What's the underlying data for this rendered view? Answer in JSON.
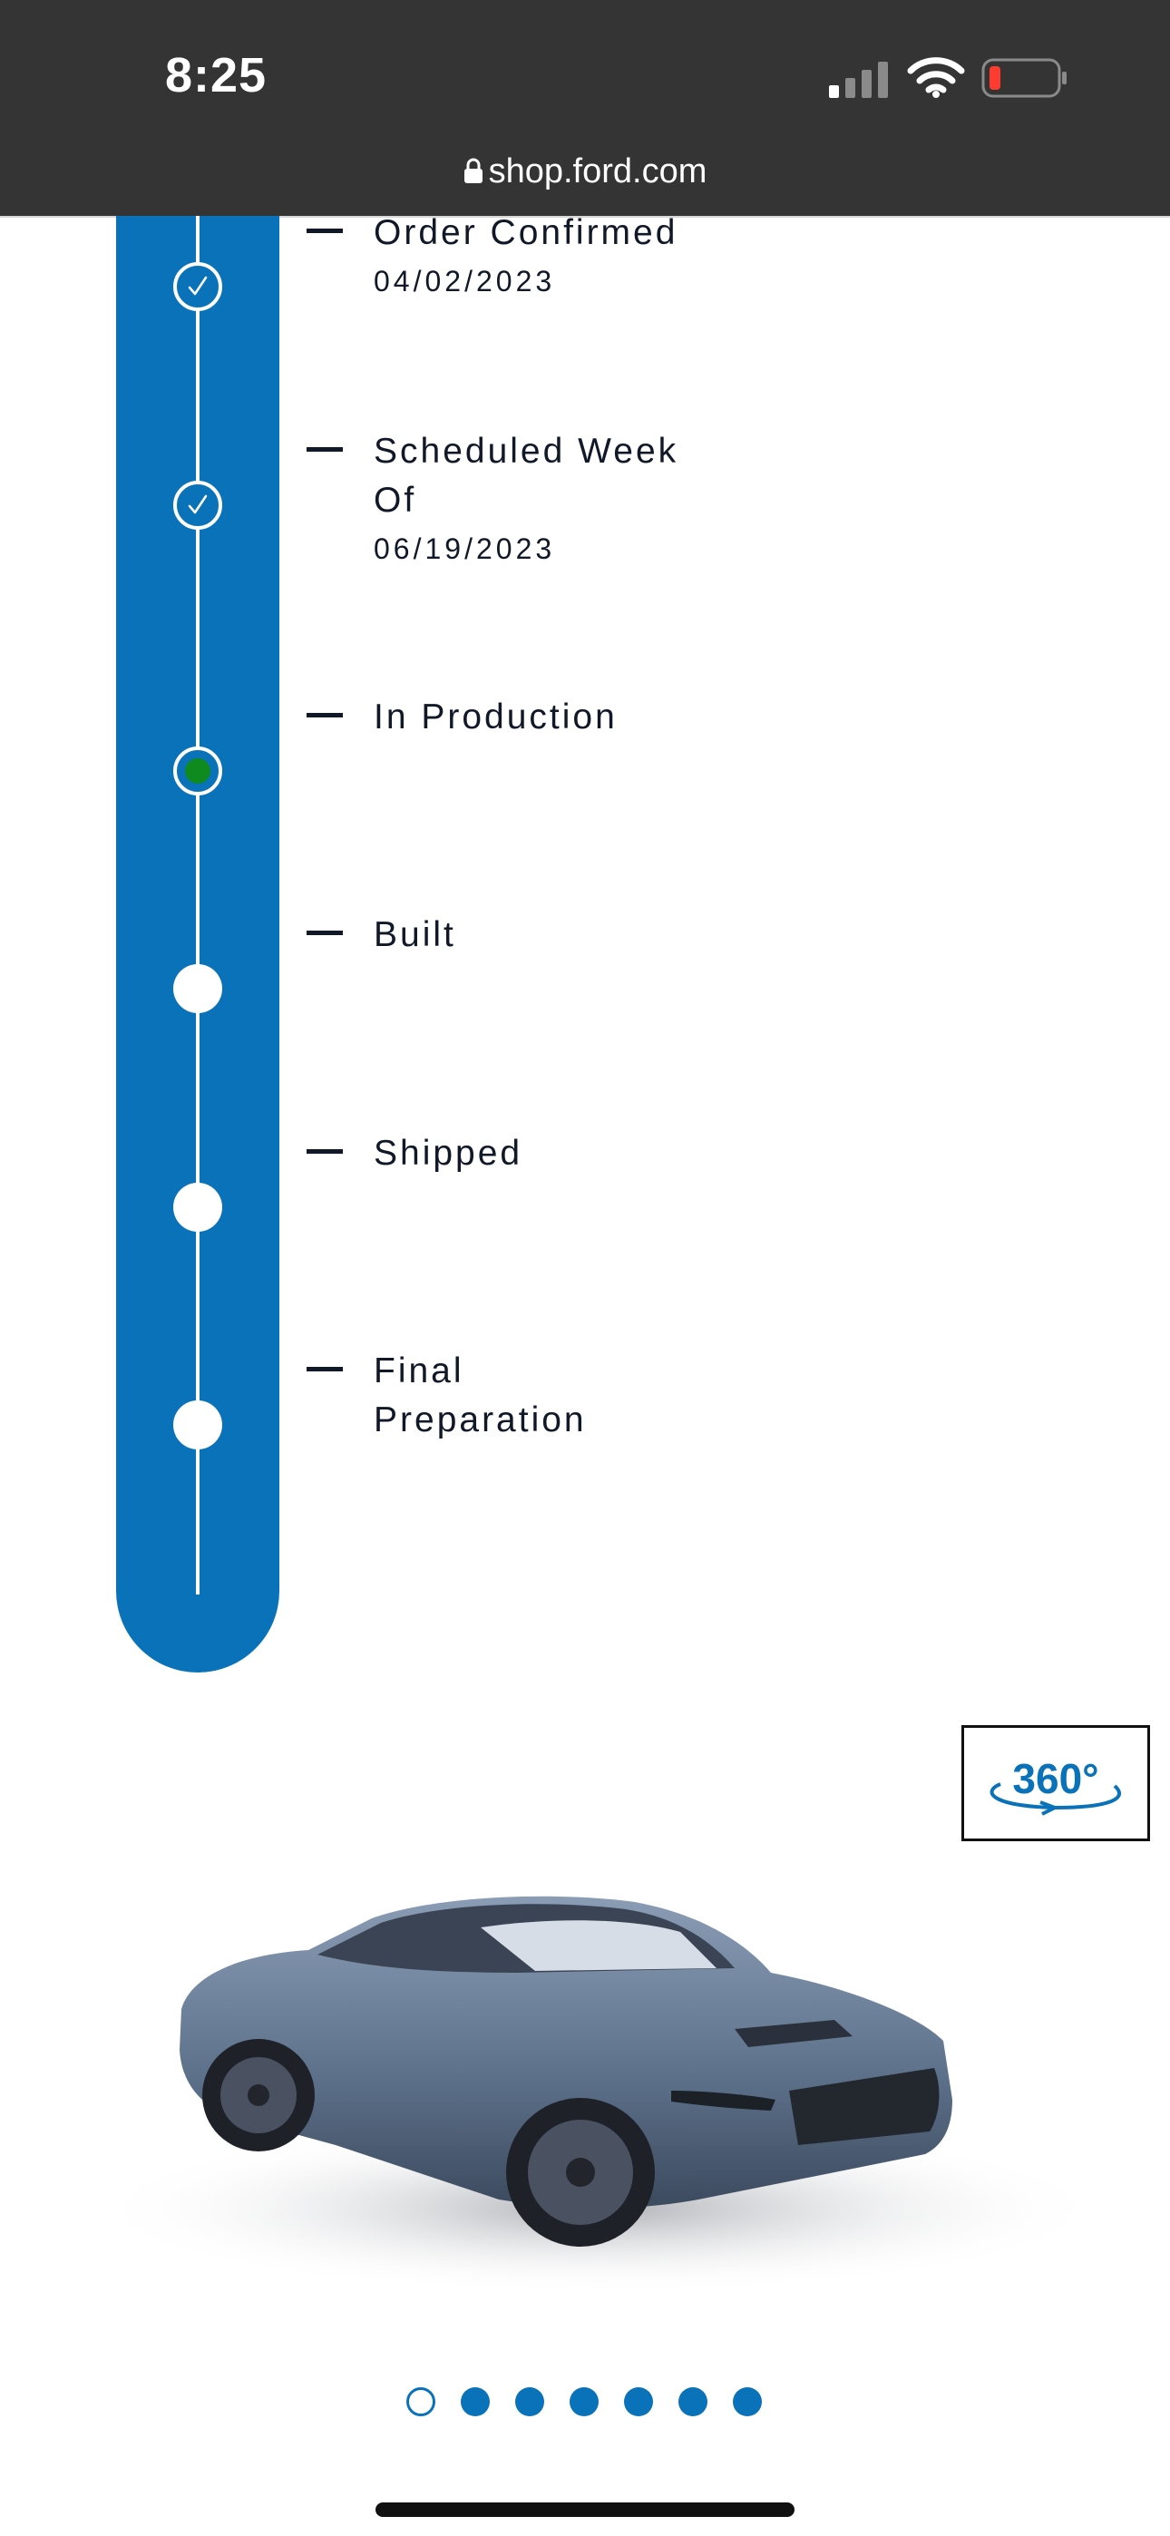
{
  "status_bar": {
    "time": "8:25",
    "signal_icon": "cellular-signal-icon",
    "wifi_icon": "wifi-icon",
    "battery_icon": "battery-low-icon",
    "battery_color": "#ff3b30"
  },
  "browser": {
    "url": "shop.ford.com",
    "lock_icon": "lock-icon"
  },
  "timeline": {
    "accent_color": "#0a72b8",
    "current_color": "#0e8a1e",
    "steps": [
      {
        "label": "Order Confirmed",
        "date": "04/02/2023",
        "status": "done"
      },
      {
        "label": "Scheduled Week Of",
        "date": "06/19/2023",
        "status": "done"
      },
      {
        "label": "In Production",
        "date": "",
        "status": "current"
      },
      {
        "label": "Built",
        "date": "",
        "status": "pending"
      },
      {
        "label": "Shipped",
        "date": "",
        "status": "pending"
      },
      {
        "label": "Final Preparation",
        "date": "",
        "status": "pending"
      }
    ]
  },
  "viewer": {
    "view_360_label": "360°",
    "gallery_total": 7,
    "gallery_active": 1
  }
}
